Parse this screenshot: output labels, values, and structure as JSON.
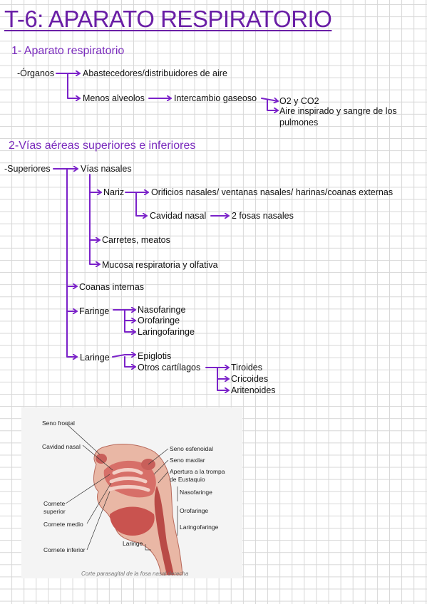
{
  "title": "T-6: APARATO RESPIRATORIO",
  "section1": {
    "heading": "1- Aparato respiratorio",
    "organos": "-Órganos",
    "abastecedores": "Abastecedores/distribuidores de aire",
    "menos_alveolos": "Menos alveolos",
    "intercambio": "Intercambio gaseoso",
    "o2": "O2 y CO2",
    "aire_line1": "Aire inspirado y sangre de los",
    "aire_line2": "pulmones"
  },
  "section2": {
    "heading": "2-Vías aéreas superiores e inferiores",
    "superiores": "-Superiores",
    "vias_nasales": "Vías nasales",
    "nariz": "Nariz",
    "orificios": "Orificios nasales/ ventanas nasales/ harinas/coanas externas",
    "cavidad_nasal": "Cavidad nasal",
    "fosas": "2 fosas nasales",
    "carretes": "Carretes, meatos",
    "mucosa": "Mucosa respiratoria y olfativa",
    "coanas": "Coanas internas",
    "faringe": "Faringe",
    "nasofaringe": "Nasofaringe",
    "orofaringe": "Orofaringe",
    "laringofaringe": "Laringofaringe",
    "laringe": "Laringe",
    "epiglotis": "Epiglotis",
    "otros": "Otros cartílagos",
    "tiroides": "Tiroides",
    "cricoides": "Cricoides",
    "aritenoides": "Aritenoides"
  },
  "figure": {
    "labels": {
      "seno_frontal": "Seno frontal",
      "cavidad_nasal": "Cavidad nasal",
      "cornete_superior_1": "Cornete",
      "cornete_superior_2": "superior",
      "cornete_medio": "Cornete medio",
      "cornete_inferior": "Cornete inferior",
      "seno_esfenoidal": "Seno esfenoidal",
      "seno_maxilar": "Seno maxilar",
      "apertura_1": "Apertura a la trompa",
      "apertura_2": "de Eustaquio",
      "nasofaringe": "Nasofaringe",
      "orofaringe": "Orofaringe",
      "laringofaringe": "Laringofaringe",
      "laringe": "Laringe"
    },
    "caption": "Corte parasagital de la fosa nasal derecha"
  },
  "colors": {
    "accent": "#7b22c9",
    "heading": "#7a2bbd",
    "grid": "#d7d7d7"
  }
}
